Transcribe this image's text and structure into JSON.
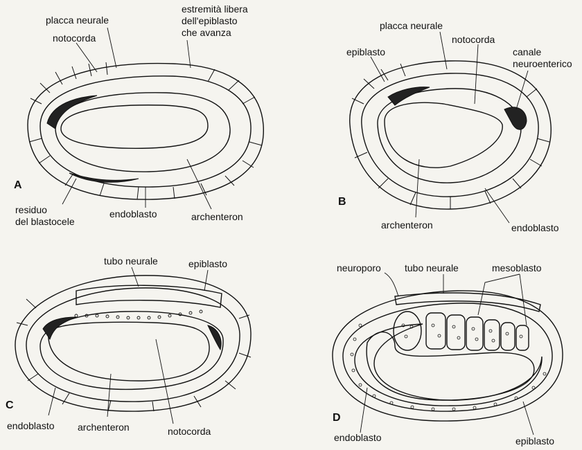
{
  "panels": {
    "A": {
      "letter": "A",
      "labels": {
        "placca_neurale": "placca neurale",
        "notocorda": "notocorda",
        "estremita_1": "estremità libera",
        "estremita_2": "dell'epiblasto",
        "estremita_3": "che avanza",
        "residuo_1": "residuo",
        "residuo_2": "del blastocele",
        "endoblasto": "endoblasto",
        "archenteron": "archenteron"
      }
    },
    "B": {
      "letter": "B",
      "labels": {
        "placca_neurale": "placca neurale",
        "epiblasto": "epiblasto",
        "notocorda": "notocorda",
        "canale_1": "canale",
        "canale_2": "neuroenterico",
        "archenteron": "archenteron",
        "endoblasto": "endoblasto"
      }
    },
    "C": {
      "letter": "C",
      "labels": {
        "tubo_neurale": "tubo neurale",
        "epiblasto": "epiblasto",
        "endoblasto": "endoblasto",
        "archenteron": "archenteron",
        "notocorda": "notocorda"
      }
    },
    "D": {
      "letter": "D",
      "labels": {
        "neuroporo": "neuroporo",
        "tubo_neurale": "tubo neurale",
        "mesoblasto": "mesoblasto",
        "endoblasto": "endoblasto",
        "epiblasto": "epiblasto"
      }
    }
  }
}
